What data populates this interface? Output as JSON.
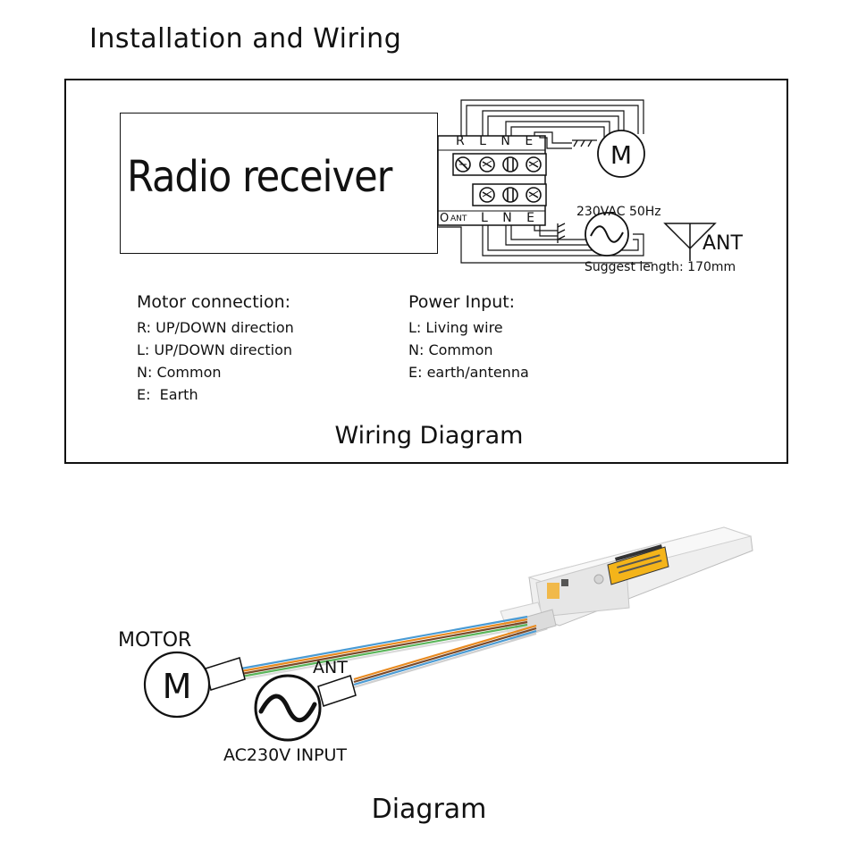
{
  "header": {
    "title": "Installation and Wiring"
  },
  "wiring": {
    "receiver_label": "Radio receiver",
    "motor_terminals": "R L N E",
    "power_terminal_prefix": "O",
    "power_terminal_ant": "ANT",
    "power_terminals": "L N E",
    "motor_symbol": "M",
    "power_label": "230VAC 50Hz",
    "antenna_label": "ANT",
    "suggest_length": "Suggest length: 170mm",
    "motor_connection": {
      "heading": "Motor connection:",
      "items": [
        "R: UP/DOWN direction",
        "L: UP/DOWN direction",
        "N: Common",
        "E:  Earth"
      ]
    },
    "power_input": {
      "heading": "Power Input:",
      "items": [
        "L: Living wire",
        "N: Common",
        "E: earth/antenna"
      ]
    },
    "caption": "Wiring Diagram"
  },
  "product": {
    "motor_label": "MOTOR",
    "motor_symbol": "M",
    "ant_label": "ANT",
    "ac_input_label": "AC230V INPUT",
    "caption": "Diagram",
    "wire_colors": [
      "#4a9bd4",
      "#e8891e",
      "#7a4a2a",
      "#5ab55a",
      "#d9d9d9"
    ]
  }
}
